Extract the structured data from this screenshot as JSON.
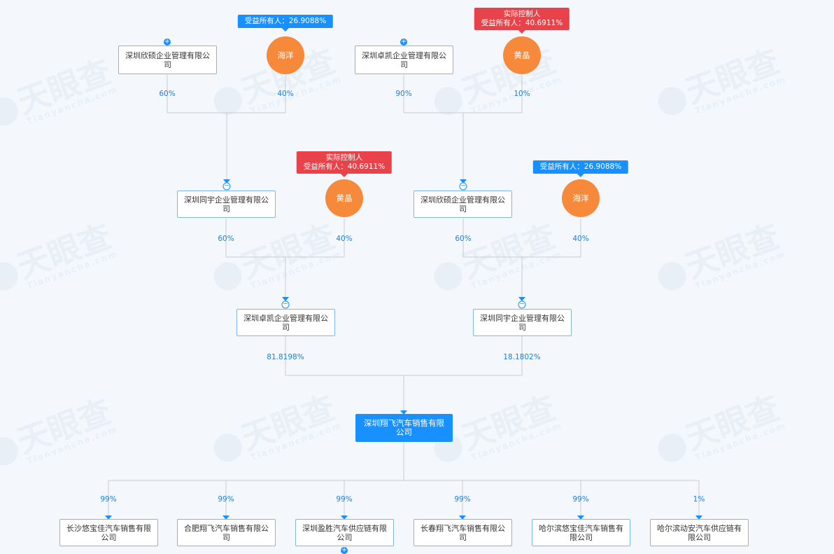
{
  "watermark": {
    "brand": "天眼查",
    "sub": "Tianyancha.com"
  },
  "nodes": {
    "c_xinshuo_top": "深圳欣硕企业管理有限公司",
    "c_zhuokai_top": "深圳卓凯企业管理有限公司",
    "c_tongyu_mid": "深圳同宇企业管理有限公司",
    "c_xinshuo_mid": "深圳欣硕企业管理有限公司",
    "c_zhuokai_low": "深圳卓凯企业管理有限公司",
    "c_tongyu_low": "深圳同宇企业管理有限公司",
    "c_main": "深圳翔飞汽车销售有限公司",
    "sub1": "长沙悠宝佳汽车销售有限公司",
    "sub2": "合肥翔飞汽车销售有限公司",
    "sub3": "深圳盈胜汽车供应链有限公司",
    "sub4": "长春翔飞汽车销售有限公司",
    "sub5": "哈尔滨悠宝佳汽车销售有限公司",
    "sub6": "哈尔滨动安汽车供应链有限公司"
  },
  "persons": {
    "p1": "海洋",
    "p2": "黄晶",
    "p3": "黄晶",
    "p4": "海洋"
  },
  "tags": {
    "t1": {
      "line1": "受益所有人：26.9088%"
    },
    "t2": {
      "line1": "实际控制人",
      "line2": "受益所有人：40.6911%"
    },
    "t3": {
      "line1": "实际控制人",
      "line2": "受益所有人：40.6911%"
    },
    "t4": {
      "line1": "受益所有人：26.9088%"
    }
  },
  "percentages": {
    "a1": "60%",
    "a2": "40%",
    "a3": "90%",
    "a4": "10%",
    "b1": "60%",
    "b2": "40%",
    "b3": "60%",
    "b4": "40%",
    "m1": "81.8198%",
    "m2": "18.1802%",
    "s1": "99%",
    "s2": "99%",
    "s3": "99%",
    "s4": "99%",
    "s5": "99%",
    "s6": "1%"
  },
  "controls": {
    "expand": "+",
    "collapse": "−"
  },
  "colors": {
    "accent": "#1890ff",
    "person": "#f7893b",
    "controller_tag": "#e8434a",
    "line": "#c9ccd1",
    "box_border": "#7ab7f4",
    "background": "#f4f7fb"
  }
}
